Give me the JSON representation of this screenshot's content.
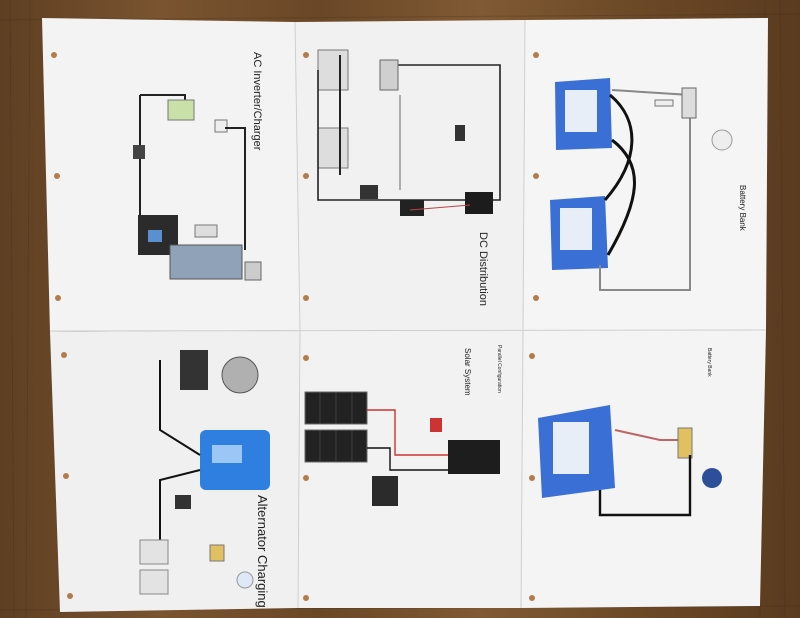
{
  "sheets": {
    "ac_inverter": {
      "title": "AC Inverter/Charger"
    },
    "dc_distribution": {
      "title": "DC Distribution"
    },
    "battery_bank_top": {
      "title": "Battery Bank"
    },
    "alternator": {
      "title": "Alternator Charging"
    },
    "solar": {
      "title": "Solar System",
      "subtitle": "Parallel Configuration"
    },
    "battery_bank_bottom": {
      "title": "Battery Bank"
    }
  },
  "colors": {
    "table": "#6e4b2a",
    "paper": "#f4f4f4",
    "battery": "#3a6fd6",
    "controller": "#2f7fe0"
  }
}
